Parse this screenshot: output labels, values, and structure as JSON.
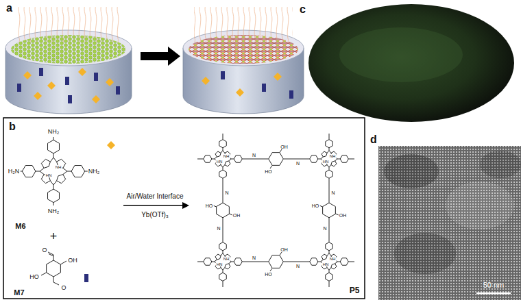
{
  "diagram": {
    "labels": [
      "a",
      "b",
      "c",
      "d",
      "NH₂",
      "H₂N",
      "NH₂",
      "NH₂",
      "NH",
      "HN",
      "M6",
      "+",
      "O",
      "OH",
      "HO",
      "O",
      "M7",
      "Air/Water Interface",
      "Yb(OTf)₃",
      "P5",
      "50 nm",
      "NH",
      "HN",
      "NH",
      "HN",
      "NH",
      "HN",
      "NH",
      "HN",
      "N",
      "N",
      "OH",
      "HO",
      "N",
      "N",
      "OH",
      "HO",
      "N",
      "N",
      "HO",
      "OH",
      "N",
      "N",
      "HO",
      "OH"
    ]
  }
}
